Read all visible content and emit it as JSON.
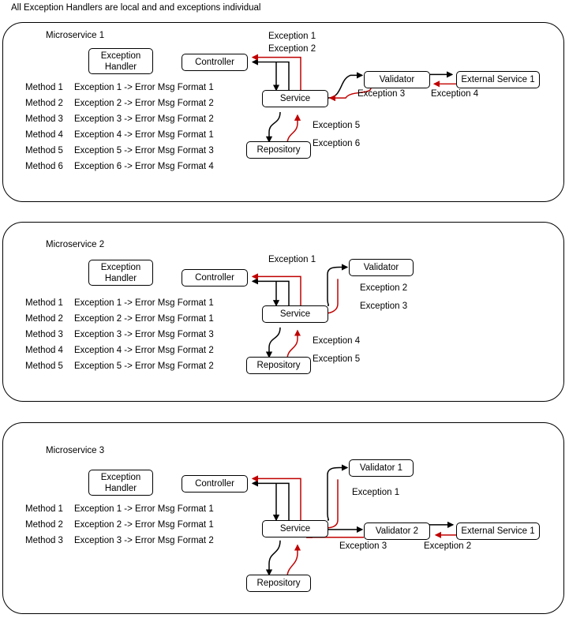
{
  "caption": "All Exception Handlers are local and and exceptions individual",
  "colors": {
    "black": "#000000",
    "red": "#c00000",
    "background": "#ffffff"
  },
  "panels": [
    {
      "title": "Microservice 1",
      "nodes": {
        "exception_handler_line1": "Exception",
        "exception_handler_line2": "Handler",
        "controller": "Controller",
        "service": "Service",
        "repository": "Repository",
        "validator": "Validator",
        "external_service": "External Service 1"
      },
      "edge_labels": {
        "controller_top_1": "Exception 1",
        "controller_top_2": "Exception 2",
        "validator_exc": "Exception 3",
        "external_exc": "Exception 4",
        "repo_exc_1": "Exception 5",
        "repo_exc_2": "Exception 6"
      },
      "methods": [
        {
          "name": "Method 1",
          "desc": "Exception 1 -> Error Msg Format 1"
        },
        {
          "name": "Method 2",
          "desc": "Exception 2 -> Error Msg Format 2"
        },
        {
          "name": "Method 3",
          "desc": "Exception 3 -> Error Msg Format 2"
        },
        {
          "name": "Method 4",
          "desc": "Exception 4 -> Error Msg Format 1"
        },
        {
          "name": "Method 5",
          "desc": "Exception 5 -> Error Msg Format 3"
        },
        {
          "name": "Method 6",
          "desc": "Exception 6 -> Error Msg Format 4"
        }
      ]
    },
    {
      "title": "Microservice 2",
      "nodes": {
        "exception_handler_line1": "Exception",
        "exception_handler_line2": "Handler",
        "controller": "Controller",
        "service": "Service",
        "repository": "Repository",
        "validator": "Validator"
      },
      "edge_labels": {
        "controller_top_1": "Exception 1",
        "validator_exc_1": "Exception 2",
        "validator_exc_2": "Exception 3",
        "repo_exc_1": "Exception 4",
        "repo_exc_2": "Exception 5"
      },
      "methods": [
        {
          "name": "Method 1",
          "desc": "Exception 1 -> Error Msg Format 1"
        },
        {
          "name": "Method 2",
          "desc": "Exception 2 -> Error Msg Format 1"
        },
        {
          "name": "Method 3",
          "desc": "Exception 3 -> Error Msg Format 3"
        },
        {
          "name": "Method 4",
          "desc": "Exception 4 -> Error Msg Format 2"
        },
        {
          "name": "Method 5",
          "desc": "Exception 5 -> Error Msg Format 2"
        }
      ]
    },
    {
      "title": "Microservice 3",
      "nodes": {
        "exception_handler_line1": "Exception",
        "exception_handler_line2": "Handler",
        "controller": "Controller",
        "service": "Service",
        "repository": "Repository",
        "validator_1": "Validator 1",
        "validator_2": "Validator 2",
        "external_service": "External Service 1"
      },
      "edge_labels": {
        "validator1_exc": "Exception 1",
        "external_exc": "Exception 2",
        "validator2_exc": "Exception 3"
      },
      "methods": [
        {
          "name": "Method 1",
          "desc": "Exception 1 -> Error Msg Format 1"
        },
        {
          "name": "Method 2",
          "desc": "Exception 2 -> Error Msg Format 1"
        },
        {
          "name": "Method 3",
          "desc": "Exception 3 -> Error Msg Format 2"
        }
      ]
    }
  ]
}
